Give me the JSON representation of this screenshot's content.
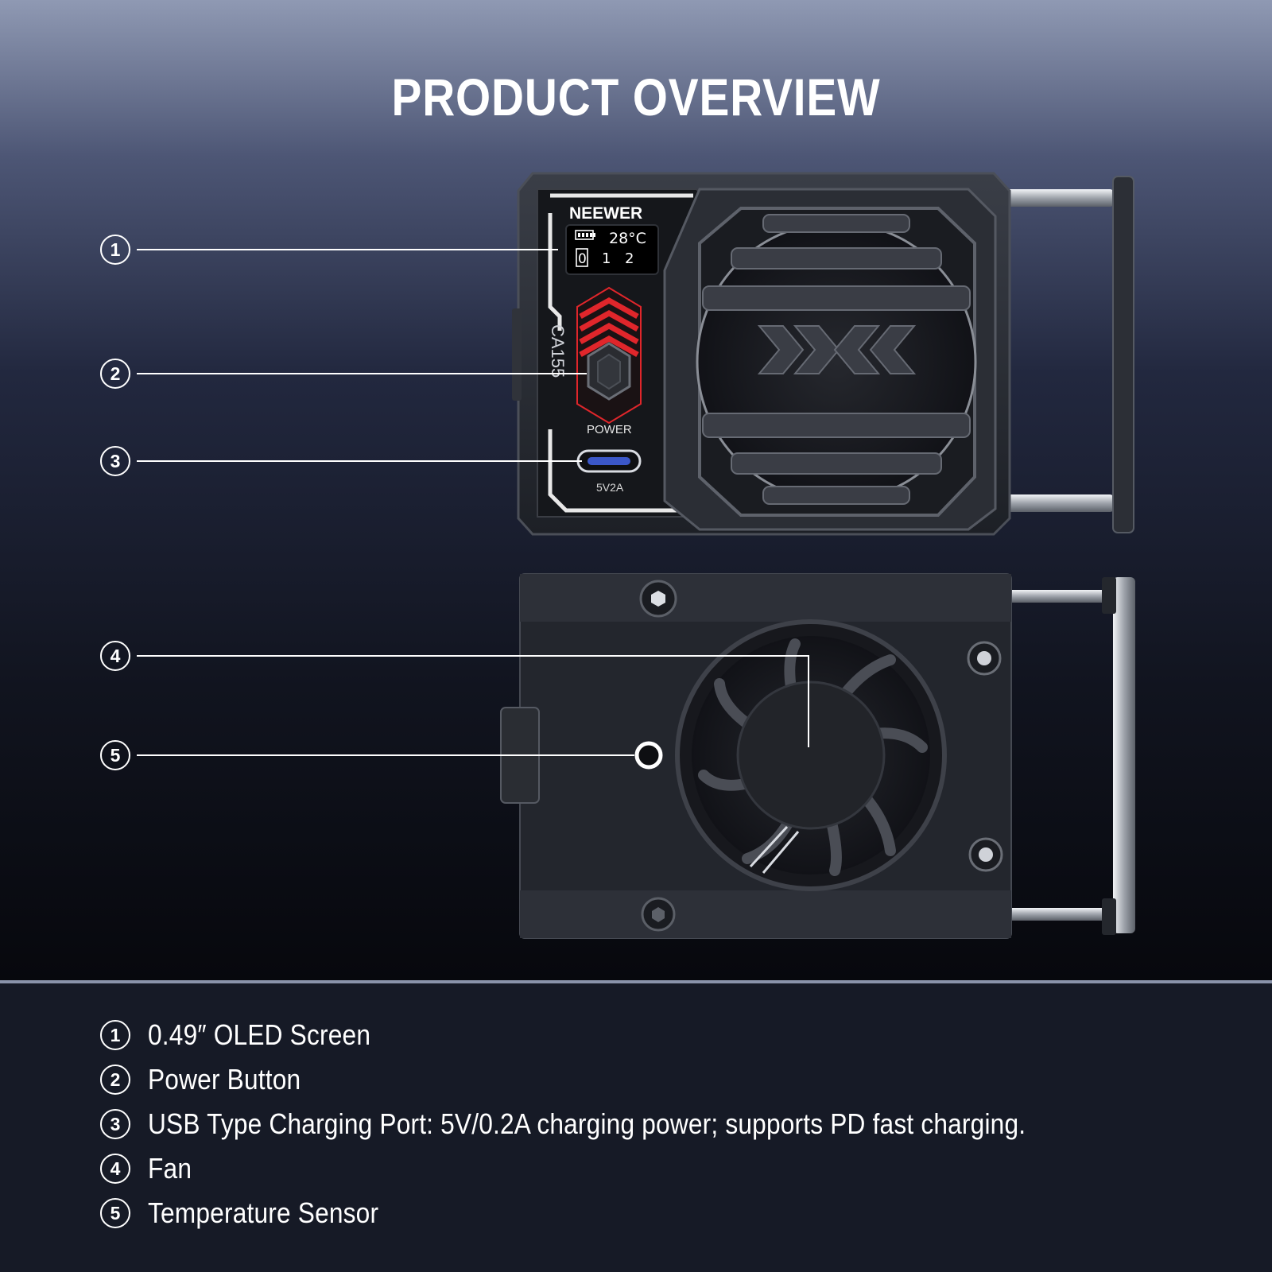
{
  "page": {
    "title": "PRODUCT OVERVIEW"
  },
  "device": {
    "brand": "NEEWER",
    "model": "CA155",
    "oled": {
      "temperature": "28°C",
      "mode_box": "0",
      "mode_1": "1",
      "mode_2": "2"
    },
    "power_label": "POWER",
    "port_label": "5V2A"
  },
  "callouts": [
    {
      "number": "1"
    },
    {
      "number": "2"
    },
    {
      "number": "3"
    },
    {
      "number": "4"
    },
    {
      "number": "5"
    }
  ],
  "legend": [
    {
      "number": "1",
      "text": "0.49″ OLED Screen"
    },
    {
      "number": "2",
      "text": "Power Button"
    },
    {
      "number": "3",
      "text": "USB Type Charging Port: 5V/0.2A charging power; supports PD fast charging."
    },
    {
      "number": "4",
      "text": "Fan"
    },
    {
      "number": "5",
      "text": "Temperature Sensor"
    }
  ],
  "colors": {
    "accent_red": "#e0262b",
    "text": "#ffffff",
    "device_body": "#2a2d34"
  },
  "icons": [
    "battery-icon",
    "power-hex-icon",
    "usb-c-port-icon",
    "fan-icon",
    "screw-icon"
  ]
}
